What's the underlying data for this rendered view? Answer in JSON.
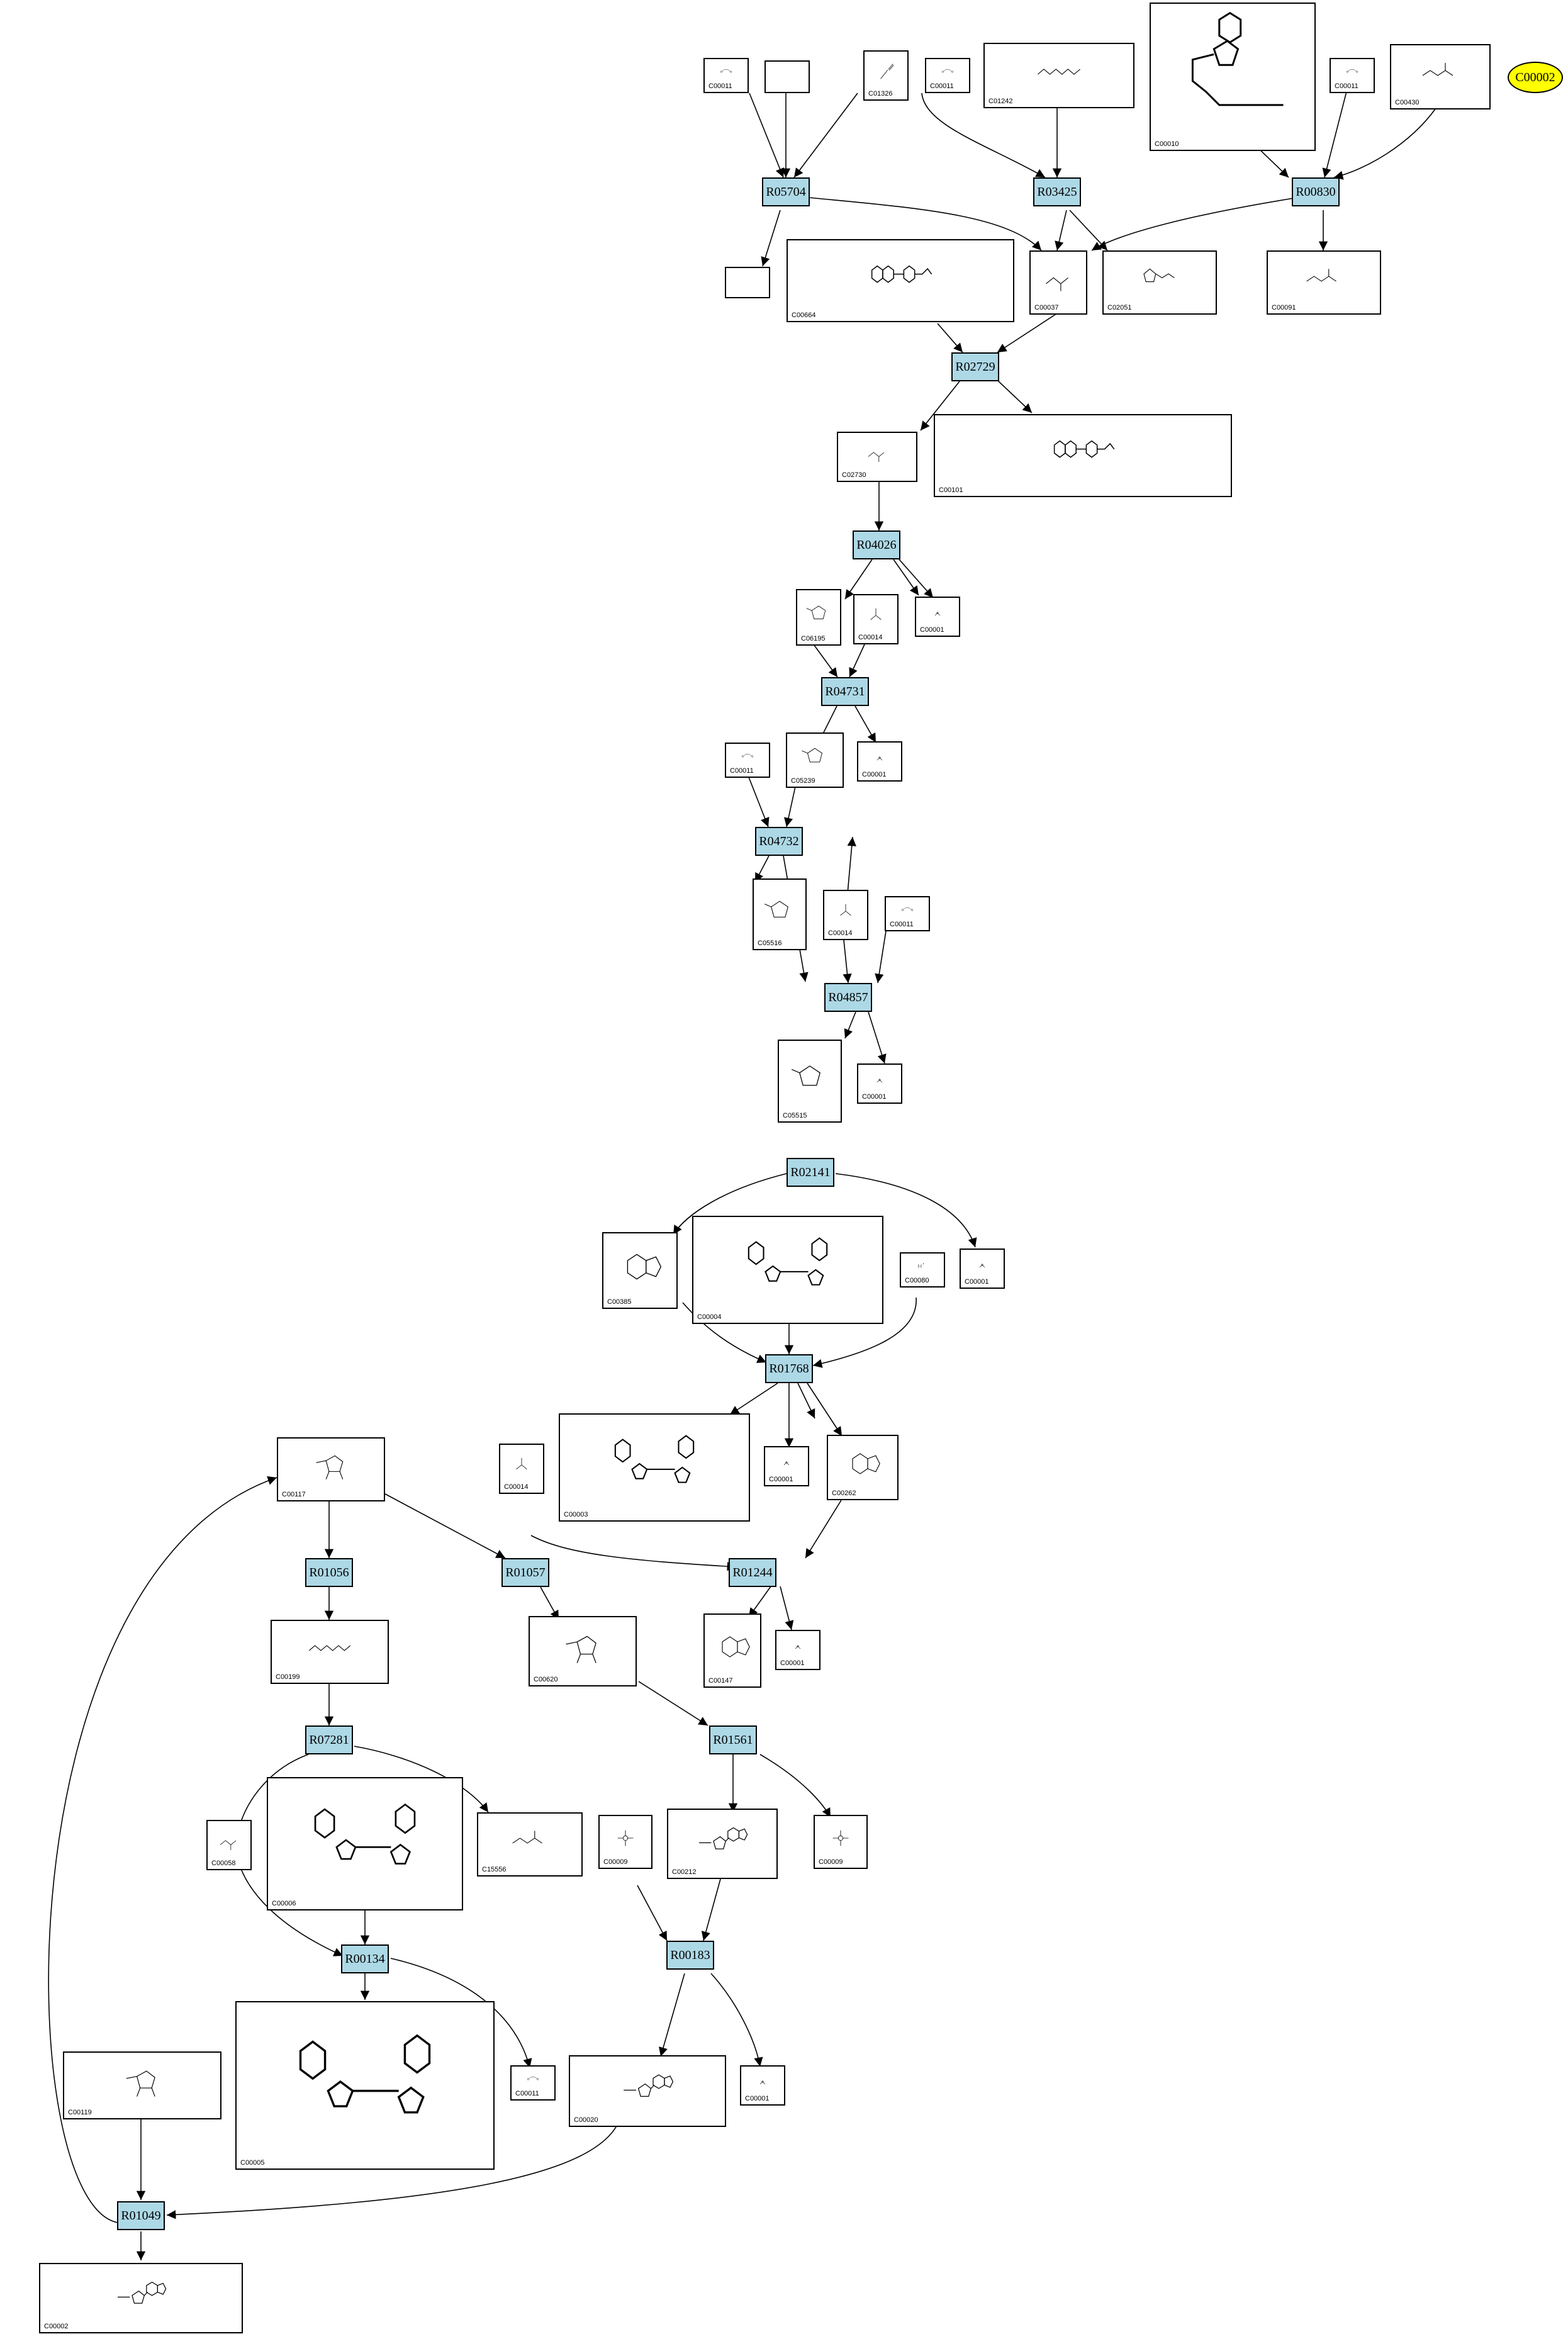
{
  "highlight": {
    "label": "C00002",
    "color": "#ffff00"
  },
  "colors": {
    "reaction_fill": "#add8e6",
    "compound_border": "#000000",
    "edge": "#000000"
  },
  "reactions": [
    {
      "key": "r05704",
      "label": "R05704"
    },
    {
      "key": "r03425",
      "label": "R03425"
    },
    {
      "key": "r00830",
      "label": "R00830"
    },
    {
      "key": "r02729",
      "label": "R02729"
    },
    {
      "key": "r04026",
      "label": "R04026"
    },
    {
      "key": "r04731",
      "label": "R04731"
    },
    {
      "key": "r04732",
      "label": "R04732"
    },
    {
      "key": "r04857",
      "label": "R04857"
    },
    {
      "key": "r02141",
      "label": "R02141"
    },
    {
      "key": "r01768",
      "label": "R01768"
    },
    {
      "key": "r01056",
      "label": "R01056"
    },
    {
      "key": "r01057",
      "label": "R01057"
    },
    {
      "key": "r01244",
      "label": "R01244"
    },
    {
      "key": "r07281",
      "label": "R07281"
    },
    {
      "key": "r01561",
      "label": "R01561"
    },
    {
      "key": "r00134",
      "label": "R00134"
    },
    {
      "key": "r00183",
      "label": "R00183"
    },
    {
      "key": "r01049",
      "label": "R01049"
    }
  ],
  "compounds": [
    {
      "key": "c1",
      "id": "C00011",
      "mol": "co2"
    },
    {
      "key": "c2",
      "id": "",
      "mol": "blank"
    },
    {
      "key": "c3",
      "id": "C01326",
      "mol": "hcn"
    },
    {
      "key": "c4",
      "id": "C00011",
      "mol": "co2"
    },
    {
      "key": "c5",
      "id": "C01242",
      "mol": "chain"
    },
    {
      "key": "c6",
      "id": "C00010",
      "mol": "coa"
    },
    {
      "key": "c7",
      "id": "C00011",
      "mol": "co2"
    },
    {
      "key": "c8",
      "id": "C00430",
      "mol": "chain_small"
    },
    {
      "key": "c9",
      "id": "",
      "mol": "blank"
    },
    {
      "key": "c10",
      "id": "C00664",
      "mol": "folate"
    },
    {
      "key": "c11",
      "id": "C00037",
      "mol": "small"
    },
    {
      "key": "c12",
      "id": "C02051",
      "mol": "lipoyl"
    },
    {
      "key": "c13",
      "id": "C00091",
      "mol": "chain_small"
    },
    {
      "key": "c14",
      "id": "C02730",
      "mol": "small"
    },
    {
      "key": "c15",
      "id": "C00101",
      "mol": "folate"
    },
    {
      "key": "c16",
      "id": "C06195",
      "mol": "ring5"
    },
    {
      "key": "c17",
      "id": "C00014",
      "mol": "nh3"
    },
    {
      "key": "c18",
      "id": "C00001",
      "mol": "water"
    },
    {
      "key": "c19",
      "id": "C00011",
      "mol": "co2"
    },
    {
      "key": "c20",
      "id": "C05239",
      "mol": "ring5"
    },
    {
      "key": "c21",
      "id": "C00001",
      "mol": "water"
    },
    {
      "key": "c22",
      "id": "C05516",
      "mol": "ring5"
    },
    {
      "key": "c23",
      "id": "C00014",
      "mol": "nh3"
    },
    {
      "key": "c24",
      "id": "C00011",
      "mol": "co2"
    },
    {
      "key": "c25",
      "id": "C05515",
      "mol": "ring5"
    },
    {
      "key": "c26",
      "id": "C00001",
      "mol": "water"
    },
    {
      "key": "c27",
      "id": "C00385",
      "mol": "purine"
    },
    {
      "key": "c28",
      "id": "C00004",
      "mol": "dinuc"
    },
    {
      "key": "c29",
      "id": "C00080",
      "mol": "hplus"
    },
    {
      "key": "c30",
      "id": "C00001",
      "mol": "water"
    },
    {
      "key": "c31",
      "id": "C00117",
      "mol": "sugar"
    },
    {
      "key": "c32",
      "id": "C00014",
      "mol": "nh3"
    },
    {
      "key": "c33",
      "id": "C00003",
      "mol": "dinuc"
    },
    {
      "key": "c34",
      "id": "C00001",
      "mol": "water"
    },
    {
      "key": "c35",
      "id": "C00262",
      "mol": "purine"
    },
    {
      "key": "c36",
      "id": "C00199",
      "mol": "chain"
    },
    {
      "key": "c37",
      "id": "C00620",
      "mol": "sugar"
    },
    {
      "key": "c38",
      "id": "C00147",
      "mol": "purine"
    },
    {
      "key": "c39",
      "id": "C00001",
      "mol": "water"
    },
    {
      "key": "c40",
      "id": "C00058",
      "mol": "small"
    },
    {
      "key": "c41",
      "id": "C00006",
      "mol": "dinuc"
    },
    {
      "key": "c42",
      "id": "C15556",
      "mol": "chain_small"
    },
    {
      "key": "c43",
      "id": "C00009",
      "mol": "phosphate"
    },
    {
      "key": "c44",
      "id": "C00212",
      "mol": "nucleoside"
    },
    {
      "key": "c45",
      "id": "C00009",
      "mol": "phosphate"
    },
    {
      "key": "c46",
      "id": "C00005",
      "mol": "dinuc"
    },
    {
      "key": "c47",
      "id": "C00011",
      "mol": "co2"
    },
    {
      "key": "c48",
      "id": "C00020",
      "mol": "nucleoside"
    },
    {
      "key": "c49",
      "id": "C00001",
      "mol": "water"
    },
    {
      "key": "c50",
      "id": "C00119",
      "mol": "sugar"
    },
    {
      "key": "c51",
      "id": "C00002",
      "mol": "nucleoside"
    }
  ]
}
